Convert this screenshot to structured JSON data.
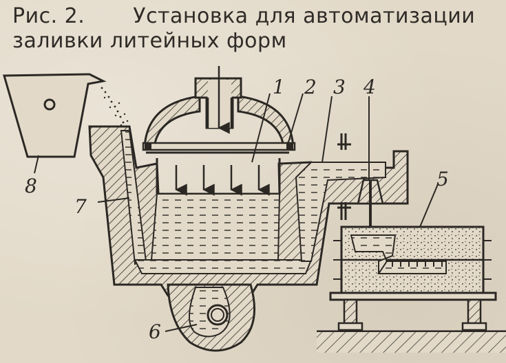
{
  "caption": {
    "figure": "Рис. 2.",
    "title_line1": "Установка для автоматизации",
    "title_line2": "заливки литейных форм"
  },
  "labels": {
    "n1": "1",
    "n2": "2",
    "n3": "3",
    "n4": "4",
    "n5": "5",
    "n6": "6",
    "n7": "7",
    "n8": "8"
  },
  "colors": {
    "ink": "#2b2824",
    "paper": "#e2d9c8"
  }
}
